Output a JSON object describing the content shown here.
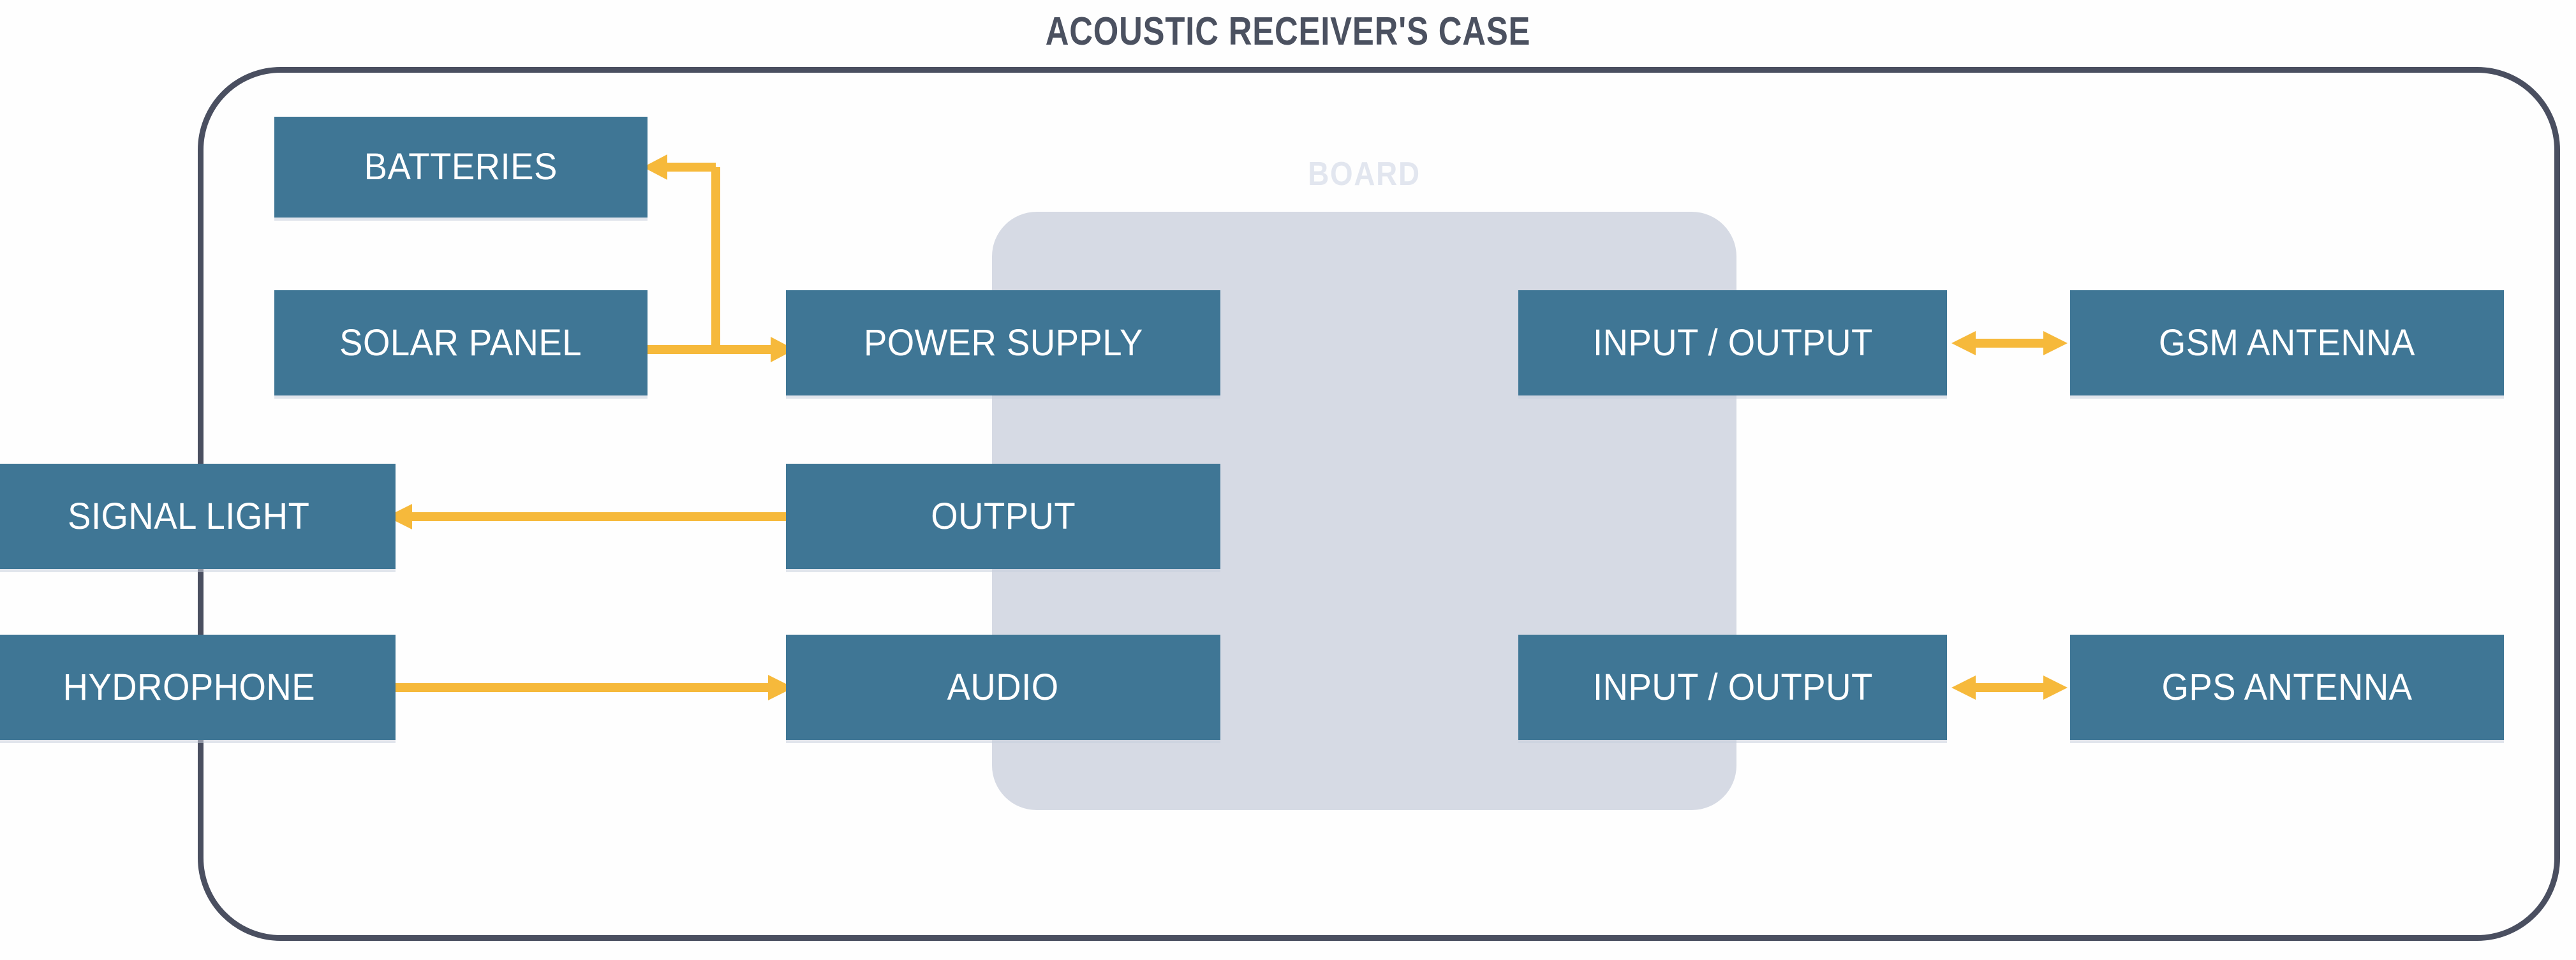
{
  "diagram": {
    "title": "ACOUSTIC RECEIVER'S CASE",
    "board_label": "BOARD",
    "colors": {
      "node_fill": "#3f7695",
      "node_text": "#ffffff",
      "case_border": "#4a4f60",
      "board_fill": "#d6dae4",
      "board_label": "#e2e6ef",
      "arrow": "#f6b93b",
      "title_text": "#4b5160",
      "background": "#ffffff"
    },
    "nodes": [
      {
        "id": "batteries",
        "label": "BATTERIES",
        "group": "power-left"
      },
      {
        "id": "solar_panel",
        "label": "SOLAR PANEL",
        "group": "power-left"
      },
      {
        "id": "power_supply",
        "label": "POWER SUPPLY",
        "group": "board"
      },
      {
        "id": "output",
        "label": "OUTPUT",
        "group": "board"
      },
      {
        "id": "audio",
        "label": "AUDIO",
        "group": "board"
      },
      {
        "id": "signal_light",
        "label": "SIGNAL LIGHT",
        "group": "external-left"
      },
      {
        "id": "hydrophone",
        "label": "HYDROPHONE",
        "group": "external-left"
      },
      {
        "id": "io_top",
        "label": "INPUT / OUTPUT",
        "group": "board"
      },
      {
        "id": "io_bottom",
        "label": "INPUT / OUTPUT",
        "group": "board"
      },
      {
        "id": "gsm_antenna",
        "label": "GSM ANTENNA",
        "group": "external-right"
      },
      {
        "id": "gps_antenna",
        "label": "GPS ANTENNA",
        "group": "external-right"
      }
    ],
    "connections": [
      {
        "id": "solar-to-power",
        "from": "solar_panel",
        "to": "power_supply",
        "direction": "one-way"
      },
      {
        "id": "solar-to-battery",
        "from": "solar_panel",
        "to": "batteries",
        "direction": "one-way"
      },
      {
        "id": "output-to-signal",
        "from": "output",
        "to": "signal_light",
        "direction": "one-way"
      },
      {
        "id": "hydrophone-to-audio",
        "from": "hydrophone",
        "to": "audio",
        "direction": "one-way"
      },
      {
        "id": "io-gsm",
        "from": "io_top",
        "to": "gsm_antenna",
        "direction": "two-way"
      },
      {
        "id": "io-gps",
        "from": "io_bottom",
        "to": "gps_antenna",
        "direction": "two-way"
      }
    ]
  }
}
